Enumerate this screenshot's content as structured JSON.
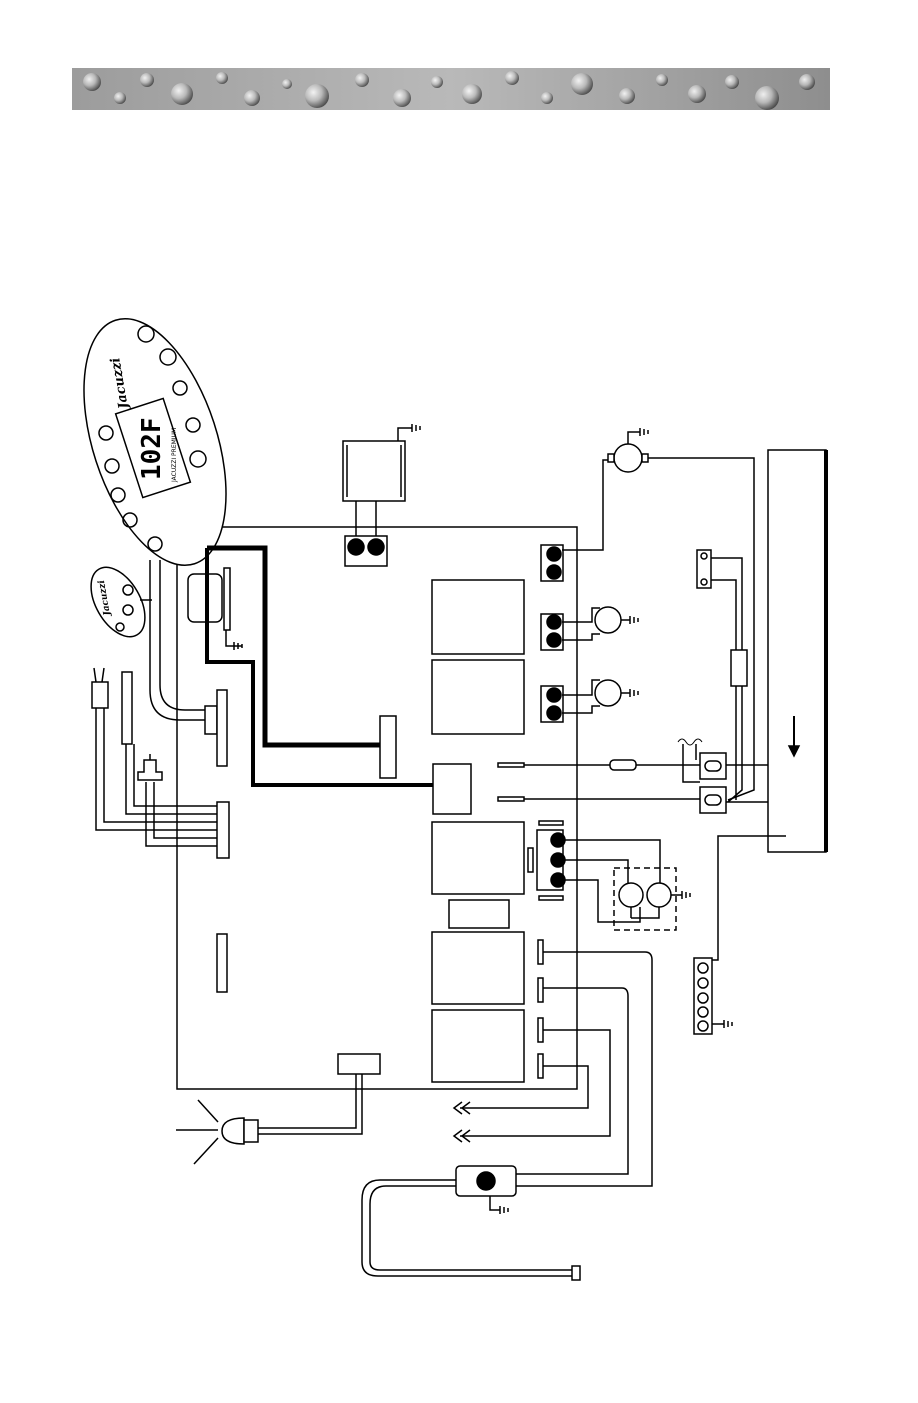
{
  "banner": {
    "texture": "water-droplets",
    "color": "#8a8a8a"
  },
  "control_panel": {
    "brand": "Jacuzzi",
    "display_temp": "102F",
    "model_label": "JACUZZI PREMIUM"
  },
  "aux_panel": {
    "brand": "Jacuzzi"
  },
  "colors": {
    "line": "#000000",
    "board": "#ffffff"
  }
}
